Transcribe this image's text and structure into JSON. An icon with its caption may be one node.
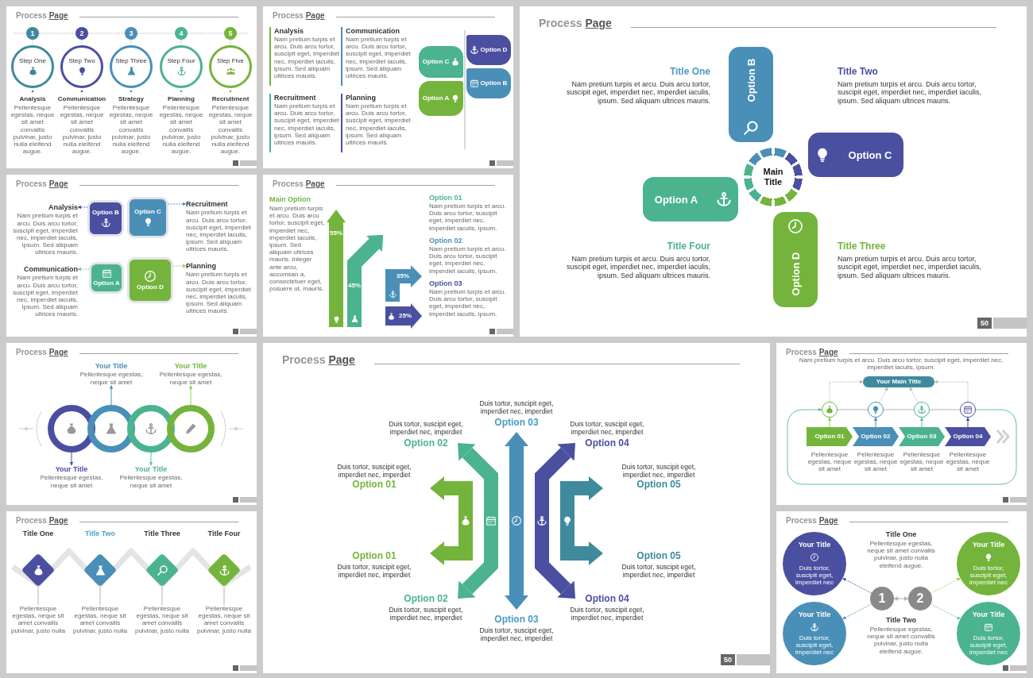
{
  "diagram": {
    "nodes": [
      {
        "text": [
          "Process **Page**"
        ]
      },
      {
        "text": [
          "1"
        ],
        "in": 0
      },
      {
        "text": [
          "2"
        ],
        "in": 0
      },
      {
        "text": [
          "3"
        ],
        "in": 0
      },
      {
        "text": [
          "4"
        ],
        "in": 0
      },
      {
        "text": [
          "5"
        ],
        "in": 0
      },
      {
        "text": [
          "Step One"
        ],
        "in": 0
      },
      {
        "text": [
          "Step Two"
        ],
        "in": 0
      },
      {
        "text": [
          "Step Three"
        ],
        "in": 0
      },
      {
        "text": [
          "Step Four"
        ],
        "in": 0
      },
      {
        "text": [
          "Step Five"
        ],
        "in": 0
      },
      {
        "text": [
          "Process **Page**"
        ]
      },
      {
        "text": [
          "Option D"
        ],
        "in": 11
      },
      {
        "text": [
          "Option C"
        ],
        "in": 11
      },
      {
        "text": [
          "Option B"
        ],
        "in": 11
      },
      {
        "text": [
          "Option A"
        ],
        "in": 11
      },
      {
        "text": [
          "Process **Page**",
          "50"
        ]
      },
      {
        "text": [
          "Option B"
        ],
        "in": 16
      },
      {
        "text": [
          "Option C"
        ],
        "in": 16
      },
      {
        "text": [
          "Option A"
        ],
        "in": 16
      },
      {
        "text": [
          "Main Title"
        ],
        "in": 16
      },
      {
        "text": [
          "Option D"
        ],
        "in": 16
      },
      {
        "text": [
          "Process **Page**"
        ]
      },
      {
        "text": [
          "Analysis",
          "Nam pretium turpis et arcu. Duis arcu tortor, suscipit eget, imperdiet nec, imperdiet iaculis, ipsum. Sed aliquam ultrices mauris."
        ],
        "in": 22
      },
      {
        "text": [
          "Option B"
        ],
        "in": 22
      },
      {
        "text": [
          "Option C"
        ],
        "in": 22
      },
      {
        "text": [
          "Recruitment",
          "Nam pretium turpis et arcu. Duis arcu tortor, suscipit eget, imperdiet nec, imperdiet iaculis, ipsum. Sed aliquam ultrices mauris."
        ],
        "in": 22
      },
      {
        "text": [
          "Communication",
          "Nam pretium turpis et arcu. Duis arcu tortor, suscipit eget, imperdiet nec, imperdiet iaculis, ipsum. Sed aliquam ultrices mauris."
        ],
        "in": 22
      },
      {
        "text": [
          "Option A"
        ],
        "in": 22
      },
      {
        "text": [
          "Option D"
        ],
        "in": 22
      },
      {
        "text": [
          "Planning",
          "Nam pretium turpis et arcu. Duis arcu tortor, suscipit eget, imperdiet nec, imperdiet iaculis, ipsum. Sed aliquam ultrices mauris."
        ],
        "in": 22
      },
      {
        "text": [
          "Process **Page**"
        ]
      },
      {
        "text": [
          "55%"
        ],
        "in": 31
      },
      {
        "text": [
          "45%"
        ],
        "in": 31
      },
      {
        "text": [
          "35%"
        ],
        "in": 31
      },
      {
        "text": [
          "25%"
        ],
        "in": 31
      },
      {
        "text": [
          "Process **Page**"
        ]
      },
      {
        "text": [
          "Your Title",
          "Pellentesque egestas, neque sit amet"
        ],
        "in": 36
      },
      {
        "text": [
          "Your Title",
          "Pellentesque egestas, neque sit amet"
        ],
        "in": 36
      },
      {
        "text": [],
        "shape": "circle",
        "in": 36
      },
      {
        "text": [],
        "shape": "circle",
        "in": 36
      },
      {
        "text": [],
        "shape": "circle",
        "in": 36
      },
      {
        "text": [],
        "shape": "circle",
        "in": 36
      },
      {
        "text": [
          "Your Title",
          "Pellentesque egestas, neque sit amet"
        ],
        "in": 36
      },
      {
        "text": [
          "Your Title",
          "Pellentesque egestas, neque sit amet"
        ],
        "in": 36
      },
      {
        "text": [
          "Process **Page**",
          "50"
        ]
      },
      {
        "text": [
          "Process **Page**"
        ]
      },
      {
        "text": [
          "Your Main Title"
        ],
        "in": 46
      },
      {
        "text": [],
        "shape": "circle",
        "in": 46
      },
      {
        "text": [],
        "shape": "circle",
        "in": 46
      },
      {
        "text": [],
        "shape": "circle",
        "in": 46
      },
      {
        "text": [],
        "shape": "circle",
        "in": 46
      },
      {
        "text": [
          "Option 01"
        ],
        "in": 46
      },
      {
        "text": [
          "Option 02"
        ],
        "in": 46
      },
      {
        "text": [
          "Option 03"
        ],
        "in": 46
      },
      {
        "text": [
          "Option 04"
        ],
        "in": 46
      },
      {
        "text": [
          "Process **Page**"
        ]
      },
      {
        "text": [
          "Title One"
        ],
        "in": 56
      },
      {
        "text": [
          "Title Two"
        ],
        "in": 56
      },
      {
        "text": [
          "Title Three"
        ],
        "in": 56
      },
      {
        "text": [
          "Title Four"
        ],
        "in": 56
      },
      {
        "text": [
          "Pellentesque egestas, neque sit amet convallis pulvinar, justo nulla"
        ],
        "in": 56
      },
      {
        "text": [
          "Pellentesque egestas, neque sit amet convallis pulvinar, justo nulla"
        ],
        "in": 56
      },
      {
        "text": [
          "Pellentesque egestas, neque sit amet convallis pulvinar, justo nulla"
        ],
        "in": 56
      },
      {
        "text": [
          "Pellentesque egestas, neque sit amet convallis pulvinar, justo nulla"
        ],
        "in": 56
      },
      {
        "text": [
          "Process **Page**"
        ]
      },
      {
        "text": [
          "Your Title",
          "Duis tortor, suscipit eget, imperdiet nec"
        ],
        "in": 65
      },
      {
        "text": [
          "Your Title",
          "Duis tortor, suscipit eget, imperdiet nec"
        ],
        "in": 65
      },
      {
        "text": [
          "1"
        ],
        "in": 65
      },
      {
        "text": [
          "2"
        ],
        "in": 65
      },
      {
        "text": [
          "Your Title",
          "Duis tortor, suscipit eget, imperdiet nec"
        ],
        "in": 65
      },
      {
        "text": [
          "Your Title",
          "Duis tortor, suscipit eget, imperdiet nec"
        ],
        "in": 65
      }
    ],
    "edges": [
      {
        "from": null,
        "to": 1,
        "arrow": "none",
        "style": "dashed"
      },
      {
        "from": 1,
        "to": 2,
        "arrow": "none",
        "style": "dashed"
      },
      {
        "from": 2,
        "to": 3,
        "arrow": "none",
        "style": "dashed"
      },
      {
        "from": 3,
        "to": 4,
        "arrow": "none",
        "style": "dashed"
      },
      {
        "from": 4,
        "to": 5,
        "arrow": "none",
        "style": "dashed"
      },
      {
        "from": 5,
        "to": null,
        "arrow": "none",
        "style": "dashed"
      },
      {
        "from": 1,
        "to": 6,
        "arrow": "none",
        "style": "dashed"
      },
      {
        "from": 2,
        "to": 7,
        "arrow": "none",
        "style": "dashed"
      },
      {
        "from": 3,
        "to": 8,
        "arrow": "none",
        "style": "dashed"
      },
      {
        "from": 4,
        "to": 9,
        "arrow": "none",
        "style": "dashed"
      },
      {
        "from": 5,
        "to": 10,
        "arrow": "none",
        "style": "dashed"
      },
      {
        "from": 24,
        "to": 23,
        "arrow": "to",
        "style": "dashed",
        "color": "#4b4fa0"
      },
      {
        "from": 25,
        "to": 26,
        "arrow": "to",
        "style": "dashed",
        "color": "#4a8fb8"
      },
      {
        "from": 28,
        "to": 27,
        "arrow": "to",
        "style": "dashed",
        "color": "#5fc4a0"
      },
      {
        "from": 29,
        "to": 30,
        "arrow": "to",
        "style": "dashed",
        "color": "#8fd14f"
      },
      {
        "from": 40,
        "to": 37,
        "arrow": "to",
        "color": "#4a8fb8"
      },
      {
        "from": 42,
        "to": 38,
        "arrow": "to",
        "color": "#8fd14f"
      },
      {
        "from": 39,
        "to": 43,
        "arrow": "to",
        "color": "#4b4fa0"
      },
      {
        "from": 41,
        "to": 44,
        "arrow": "to",
        "color": "#5fc4a0"
      },
      {
        "from": 52,
        "to": 48,
        "arrow": "to",
        "color": "#8fd14f"
      },
      {
        "from": 53,
        "to": 49,
        "arrow": "to",
        "color": "#4a8fb8"
      },
      {
        "from": 54,
        "to": 50,
        "arrow": "to",
        "color": "#5fc4a0"
      },
      {
        "from": 55,
        "to": 51,
        "arrow": "to",
        "color": "#4b4fa0"
      },
      {
        "from": 48,
        "to": 47,
        "arrow": "to",
        "style": "dashed"
      },
      {
        "from": 49,
        "to": 47,
        "arrow": "to",
        "style": "dashed"
      },
      {
        "from": 50,
        "to": 47,
        "arrow": "to",
        "style": "dashed"
      },
      {
        "from": 51,
        "to": 47,
        "arrow": "to",
        "style": "dashed"
      },
      {
        "from": 48,
        "to": 49,
        "arrow": "none"
      },
      {
        "from": 49,
        "to": 50,
        "arrow": "none"
      },
      {
        "from": 50,
        "to": 51,
        "arrow": "none"
      },
      {
        "from": 51,
        "to": 48,
        "arrow": "to",
        "color": "#5fc4a0"
      },
      {
        "from": 57,
        "to": 61,
        "arrow": "none"
      },
      {
        "from": 58,
        "to": 62,
        "arrow": "none"
      },
      {
        "from": 59,
        "to": 63,
        "arrow": "none"
      },
      {
        "from": 60,
        "to": 64,
        "arrow": "none"
      },
      {
        "from": 68,
        "to": 69,
        "arrow": "both"
      },
      {
        "from": 68,
        "to": 66,
        "arrow": "to",
        "style": "dashed",
        "color": "#4b4fa0"
      },
      {
        "from": 68,
        "to": 70,
        "arrow": "to",
        "style": "dashed",
        "color": "#4a8fb8"
      },
      {
        "from": 69,
        "to": 67,
        "arrow": "to",
        "style": "dashed",
        "color": "#8fd14f"
      },
      {
        "from": 69,
        "to": 71,
        "arrow": "to",
        "style": "dashed",
        "color": "#5fc4a0"
      }
    ],
    "labels": [
      "Analysis",
      "Pellentesque egestas, neque sit amet convallis pulvinar, justo nulla eleifend augue.",
      "Communication",
      "Pellentesque egestas, neque sit amet convallis pulvinar, justo nulla eleifend augue.",
      "Strategy",
      "Pellentesque egestas, neque sit amet convallis pulvinar, justo nulla eleifend augue.",
      "Planning",
      "Pellentesque egestas, neque sit amet convallis pulvinar, justo nulla eleifend augue.",
      "Recruitment",
      "Pellentesque egestas, neque sit amet convallis pulvinar, justo nulla eleifend augue.",
      "Analysis",
      "Nam pretium turpis et arcu. Duis arcu tortor, suscipit eget, imperdiet nec, imperdiet iaculis, ipsum. Sed aliquam ultrices mauris.",
      "Communication",
      "Nam pretium turpis et arcu. Duis arcu tortor, suscipit eget, imperdiet nec, imperdiet iaculis, ipsum. Sed aliquam ultrices mauris.",
      "Recruitment",
      "Nam pretium turpis et arcu. Duis arcu tortor, suscipit eget, imperdiet nec, imperdiet iaculis, ipsum. Sed aliquam ultrices mauris.",
      "Planning",
      "Nam pretium turpis et arcu. Duis arcu tortor, suscipit eget, imperdiet nec, imperdiet iaculis, ipsum. Sed aliquam ultrices mauris.",
      "Title One",
      "Nam pretium turpis et arcu. Duis arcu tortor, suscipit eget, imperdiet nec, imperdiet iaculis, ipsum. Sed aliquam ultrices mauris.",
      "Title Two",
      "Nam pretium turpis et arcu. Duis arcu tortor, suscipit eget, imperdiet nec, imperdiet iaculis, ipsum. Sed aliquam ultrices mauris.",
      "Title Four",
      "Nam pretium turpis et arcu. Duis arcu tortor, suscipit eget, imperdiet nec, imperdiet iaculis, ipsum. Sed aliquam ultrices mauris.",
      "Title Three",
      "Nam pretium turpis et arcu. Duis arcu tortor, suscipit eget, imperdiet nec, imperdiet iaculis, ipsum. Sed aliquam ultrices mauris.",
      "Main Option",
      "Nam pretium turpis et arcu. Duis arcu tortor, suscipit eget, imperdiet nec, imperdiet iaculis, ipsum. Sed aliquam ultrices mauris. Integer ante arcu, accumsan a, consectetuer eget, posuere ut, mauris.",
      "Option 01",
      "Nam pretium turpis et arcu. Duis arcu tortor, suscipit eget, imperdiet nec, imperdiet iaculis, ipsum.",
      "Option 02",
      "Nam pretium turpis et arcu. Duis arcu tortor, suscipit eget, imperdiet nec, imperdiet iaculis, ipsum.",
      "Option 03",
      "Nam pretium turpis et arcu. Duis arcu tortor, suscipit eget, imperdiet nec, imperdiet iaculis, ipsum.",
      "Duis tortor, suscipit eget, imperdiet nec, imperdiet",
      "Option 03",
      "Duis tortor, suscipit eget, imperdiet nec, imperdiet",
      "Option 02",
      "Duis tortor, suscipit eget, imperdiet nec, imperdiet",
      "Option 04",
      "Duis tortor, suscipit eget, imperdiet nec, imperdiet",
      "Option 01",
      "Duis tortor, suscipit eget, imperdiet nec, imperdiet",
      "Option 05",
      "Option 01",
      "Duis tortor, suscipit eget, imperdiet nec, imperdiet",
      "Option 05",
      "Duis tortor, suscipit eget, imperdiet nec, imperdiet",
      "Option 02",
      "Duis tortor, suscipit eget, imperdiet nec, imperdiet",
      "Option 04",
      "Duis tortor, suscipit eget, imperdiet nec, imperdiet",
      "Option 03",
      "Duis tortor, suscipit eget, imperdiet nec, imperdiet",
      "Nam pretium turpis et arcu. Duis arcu tortor, suscipit eget, imperdiet nec, imperdiet iaculis, ipsum.",
      "Pellentesque egestas, neque sit amet",
      "Pellentesque egestas, neque sit amet",
      "Pellentesque egestas, neque sit amet",
      "Pellentesque egestas, neque sit amet",
      "Title One",
      "Pellentesque egestas, neque sit amet convallis pulvinar, justo nulla eleifend augue.",
      "Title Two",
      "Pellentesque egestas, neque sit amet convallis pulvinar, justo nulla eleifend augue."
    ]
  }
}
